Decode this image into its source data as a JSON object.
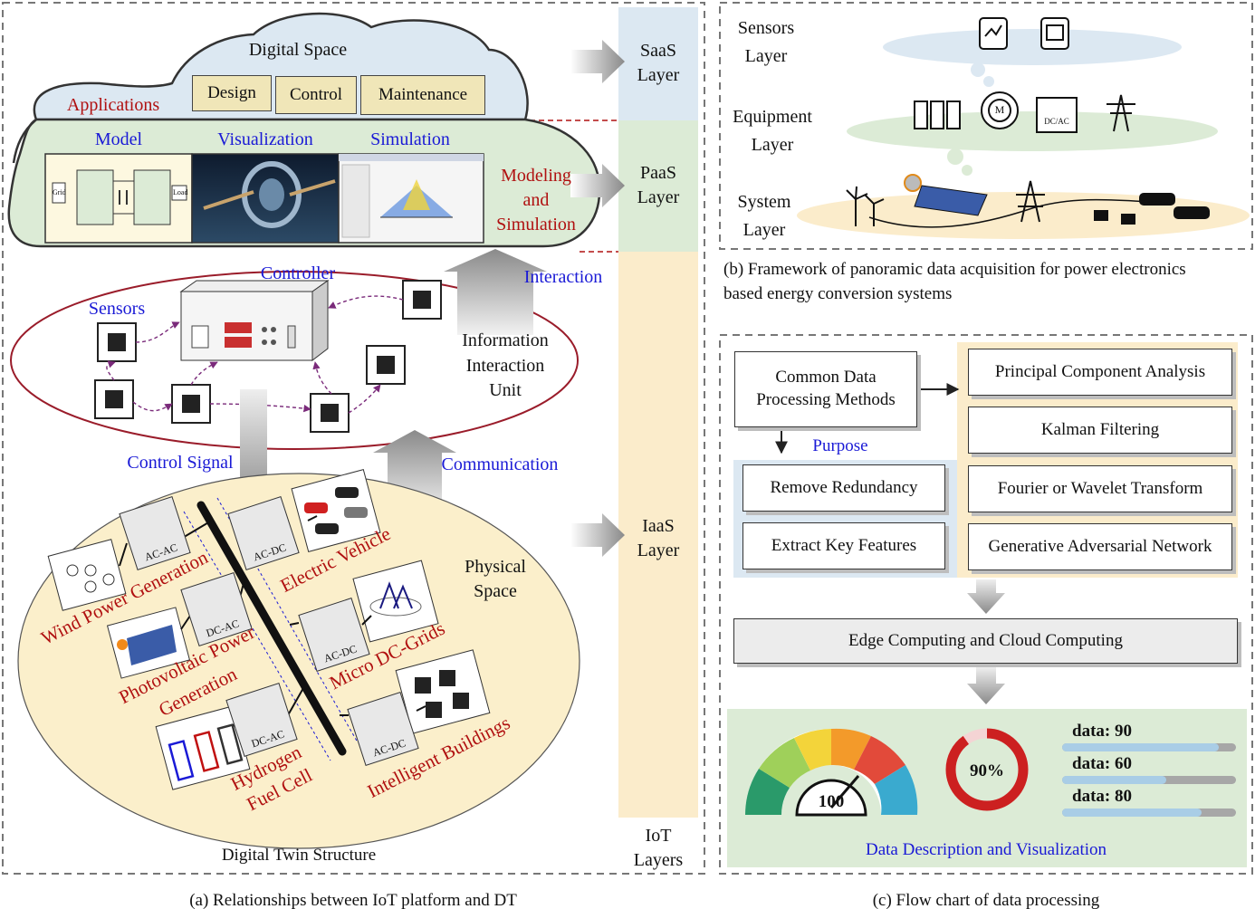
{
  "panel_a": {
    "digital_space": "Digital Space",
    "applications": "Applications",
    "apps": [
      "Design",
      "Control",
      "Maintenance"
    ],
    "model": "Model",
    "visualization": "Visualization",
    "simulation": "Simulation",
    "modeling_simulation": [
      "Modeling",
      "and",
      "Simulation"
    ],
    "controller": "Controller",
    "sensors": "Sensors",
    "interaction": "Interaction",
    "info_unit": [
      "Information",
      "Interaction",
      "Unit"
    ],
    "control_signal": "Control Signal",
    "communication": "Communication",
    "physical_space": [
      "Physical",
      "Space"
    ],
    "converters": [
      "AC-AC",
      "AC-DC",
      "DC-AC",
      "AC-DC",
      "DC-AC",
      "AC-DC"
    ],
    "sources": {
      "wind": "Wind Power Generation",
      "pv_1": "Photovoltaic Power",
      "pv_2": "Generation",
      "hydrogen_1": "Hydrogen",
      "hydrogen_2": "Fuel Cell",
      "ev": "Electric Vehicle",
      "micro": "Micro DC-Grids",
      "buildings": "Intelligent Buildings"
    },
    "model_labels": {
      "grid": "Grid",
      "load": "Load"
    },
    "structure_label": "Digital Twin Structure",
    "caption": "(a) Relationships between IoT platform and DT"
  },
  "iot_layers": {
    "saas": [
      "SaaS",
      "Layer"
    ],
    "paas": [
      "PaaS",
      "Layer"
    ],
    "iaas": [
      "IaaS",
      "Layer"
    ],
    "title": [
      "IoT",
      "Layers"
    ]
  },
  "panel_b": {
    "sensors_layer": [
      "Sensors",
      "Layer"
    ],
    "equipment_layer": [
      "Equipment",
      "Layer"
    ],
    "system_layer": [
      "System",
      "Layer"
    ],
    "motor_label": "M",
    "inverter_label": "DC/AC",
    "caption_1": "(b) Framework of panoramic data acquisition for power electronics",
    "caption_2": "based energy conversion systems"
  },
  "panel_c": {
    "common_1": "Common Data",
    "common_2": "Processing Methods",
    "purpose": "Purpose",
    "remove": "Remove Redundancy",
    "extract": "Extract Key Features",
    "methods": [
      "Principal Component Analysis",
      "Kalman Filtering",
      "Fourier or Wavelet Transform",
      "Generative Adversarial Network"
    ],
    "edge": "Edge Computing and Cloud Computing",
    "gauge_value": "100",
    "ring_label": "90%",
    "ring_fraction": 0.9,
    "bars": [
      {
        "label": "data: 90",
        "fraction": 0.9
      },
      {
        "label": "data: 60",
        "fraction": 0.6
      },
      {
        "label": "data: 80",
        "fraction": 0.8
      }
    ],
    "dataviz": "Data Description and Visualization",
    "caption": "(c) Flow chart of data processing"
  },
  "colors": {
    "blue_label": "#1a1ad6",
    "red_label": "#b01010",
    "saas": "#dce8f2",
    "paas": "#dcebd6",
    "iaas": "#fbeccb",
    "physical": "#fbefcb"
  }
}
